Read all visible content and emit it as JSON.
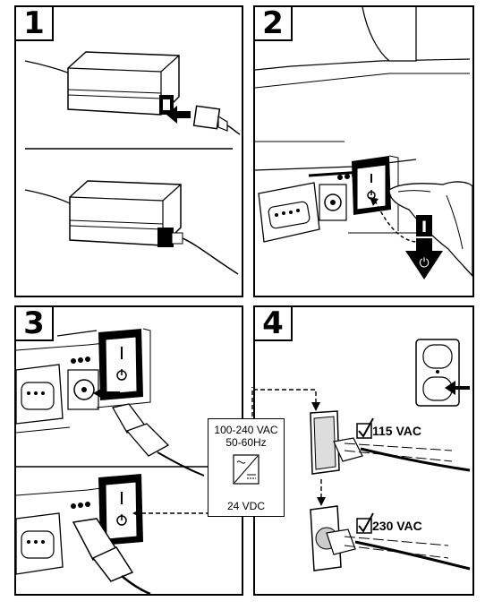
{
  "panels": [
    {
      "number": "1"
    },
    {
      "number": "2"
    },
    {
      "number": "3"
    },
    {
      "number": "4"
    }
  ],
  "switch": {
    "on_symbol": "I",
    "off_symbol": "⏻"
  },
  "power_supply": {
    "input_voltage": "100-240 VAC",
    "input_frequency": "50-60Hz",
    "output_voltage": "24 VDC"
  },
  "outlets": [
    {
      "voltage_label": "115 VAC"
    },
    {
      "voltage_label": "230 VAC"
    }
  ]
}
